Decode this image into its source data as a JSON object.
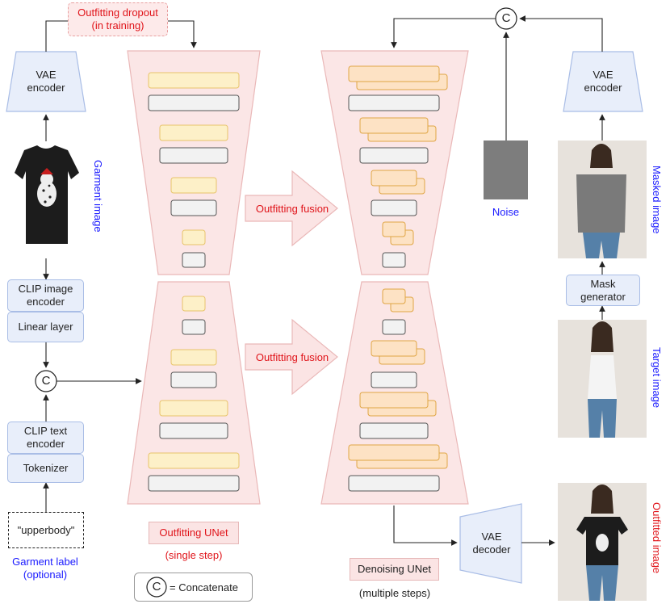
{
  "dropout": {
    "line1": "Outfitting dropout",
    "line2": "(in training)"
  },
  "vae_encoder_left": {
    "line1": "VAE",
    "line2": "encoder"
  },
  "vae_encoder_right": {
    "line1": "VAE",
    "line2": "encoder"
  },
  "vae_decoder": {
    "line1": "VAE",
    "line2": "decoder"
  },
  "garment_image_label": "Garment image",
  "masked_image_label": "Masked image",
  "target_image_label": "Target image",
  "outfitted_image_label": "Outfitted image",
  "clip_image_encoder": {
    "line1": "CLIP image",
    "line2": "encoder"
  },
  "linear_layer": "Linear layer",
  "clip_text_encoder": {
    "line1": "CLIP text",
    "line2": "encoder"
  },
  "tokenizer": "Tokenizer",
  "upperbody": "\"upperbody\"",
  "garment_label": {
    "line1": "Garment label",
    "line2": "(optional)"
  },
  "concat_symbol": "C",
  "outfitting_fusion_top": "Outfitting fusion",
  "outfitting_fusion_bottom": "Outfitting fusion",
  "noise_label": "Noise",
  "mask_generator": {
    "line1": "Mask",
    "line2": "generator"
  },
  "outfitting_unet": "Outfitting UNet",
  "single_step": "(single step)",
  "denoising_unet": "Denoising UNet",
  "multiple_steps": "(multiple steps)",
  "legend": {
    "symbol": "C",
    "text": "= Concatenate"
  },
  "colors": {
    "blue_text": "#1a1aff",
    "red_text": "#e0141a",
    "unet_fill": "#fbe6e6",
    "unet_stroke": "#eab8b8",
    "yellow_fill": "#fdf0c8",
    "yellow_stroke": "#e8c36a",
    "orange_fill": "#fde2c4",
    "orange_stroke": "#e0a545",
    "gray_fill": "#f2f2f2",
    "gray_stroke": "#555555"
  }
}
